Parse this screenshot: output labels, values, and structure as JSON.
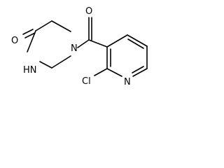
{
  "molecule": {
    "labels": {
      "carbonyl_oxygen_left": "O",
      "amide_nh": "HN",
      "piperazine_n": "N",
      "carbonyl_oxygen_top": "O",
      "chlorine": "Cl",
      "pyridine_n": "N"
    }
  }
}
